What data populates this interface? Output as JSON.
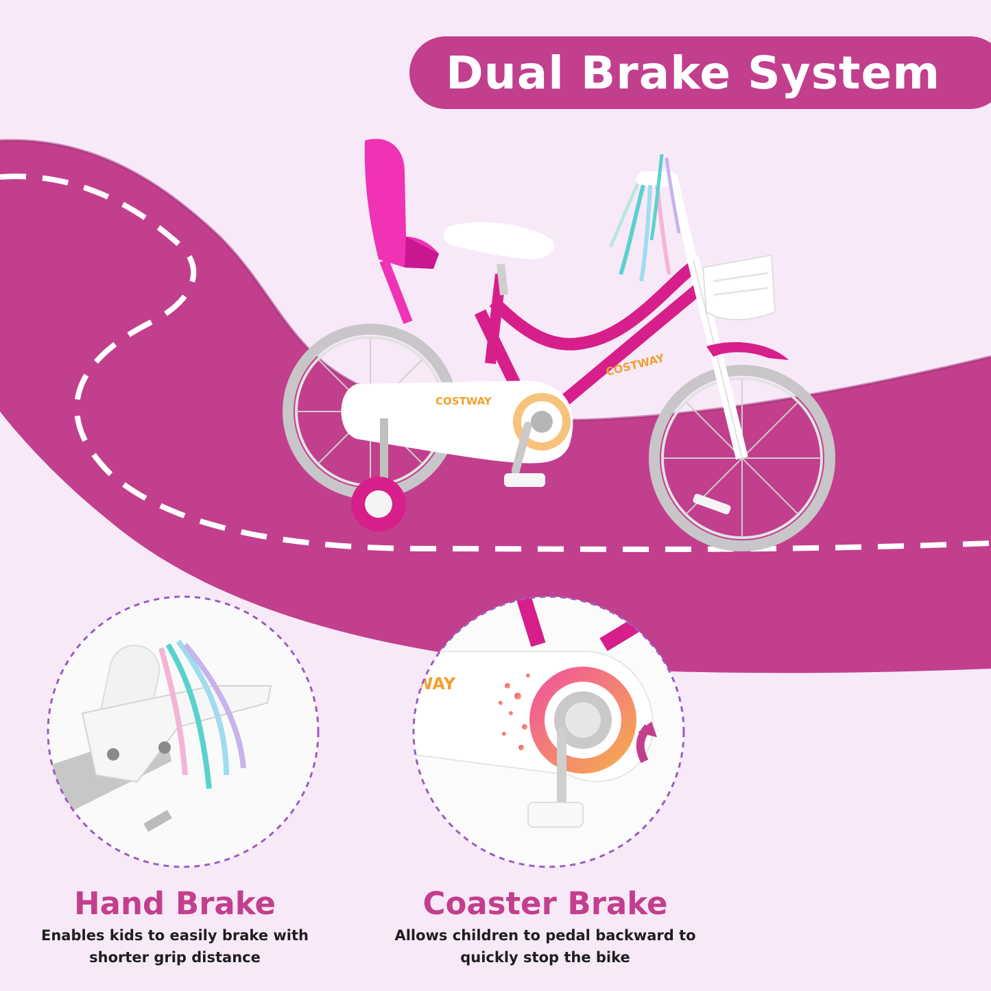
{
  "title": "Dual Brake System",
  "brand": "COSTWAY",
  "partial_brand": "WAY",
  "colors": {
    "background": "#f8e9f9",
    "accent": "#c23f8d",
    "road": "#c23f8d",
    "bike_frame": "#d61f8a",
    "text_dark": "#1e1e1e"
  },
  "features": [
    {
      "title": "Hand Brake",
      "description": "Enables kids to easily brake with shorter grip distance",
      "icon": "hand-brake-closeup"
    },
    {
      "title": "Coaster Brake",
      "description": "Allows children to pedal backward to quickly stop the bike",
      "icon": "coaster-brake-closeup"
    }
  ]
}
